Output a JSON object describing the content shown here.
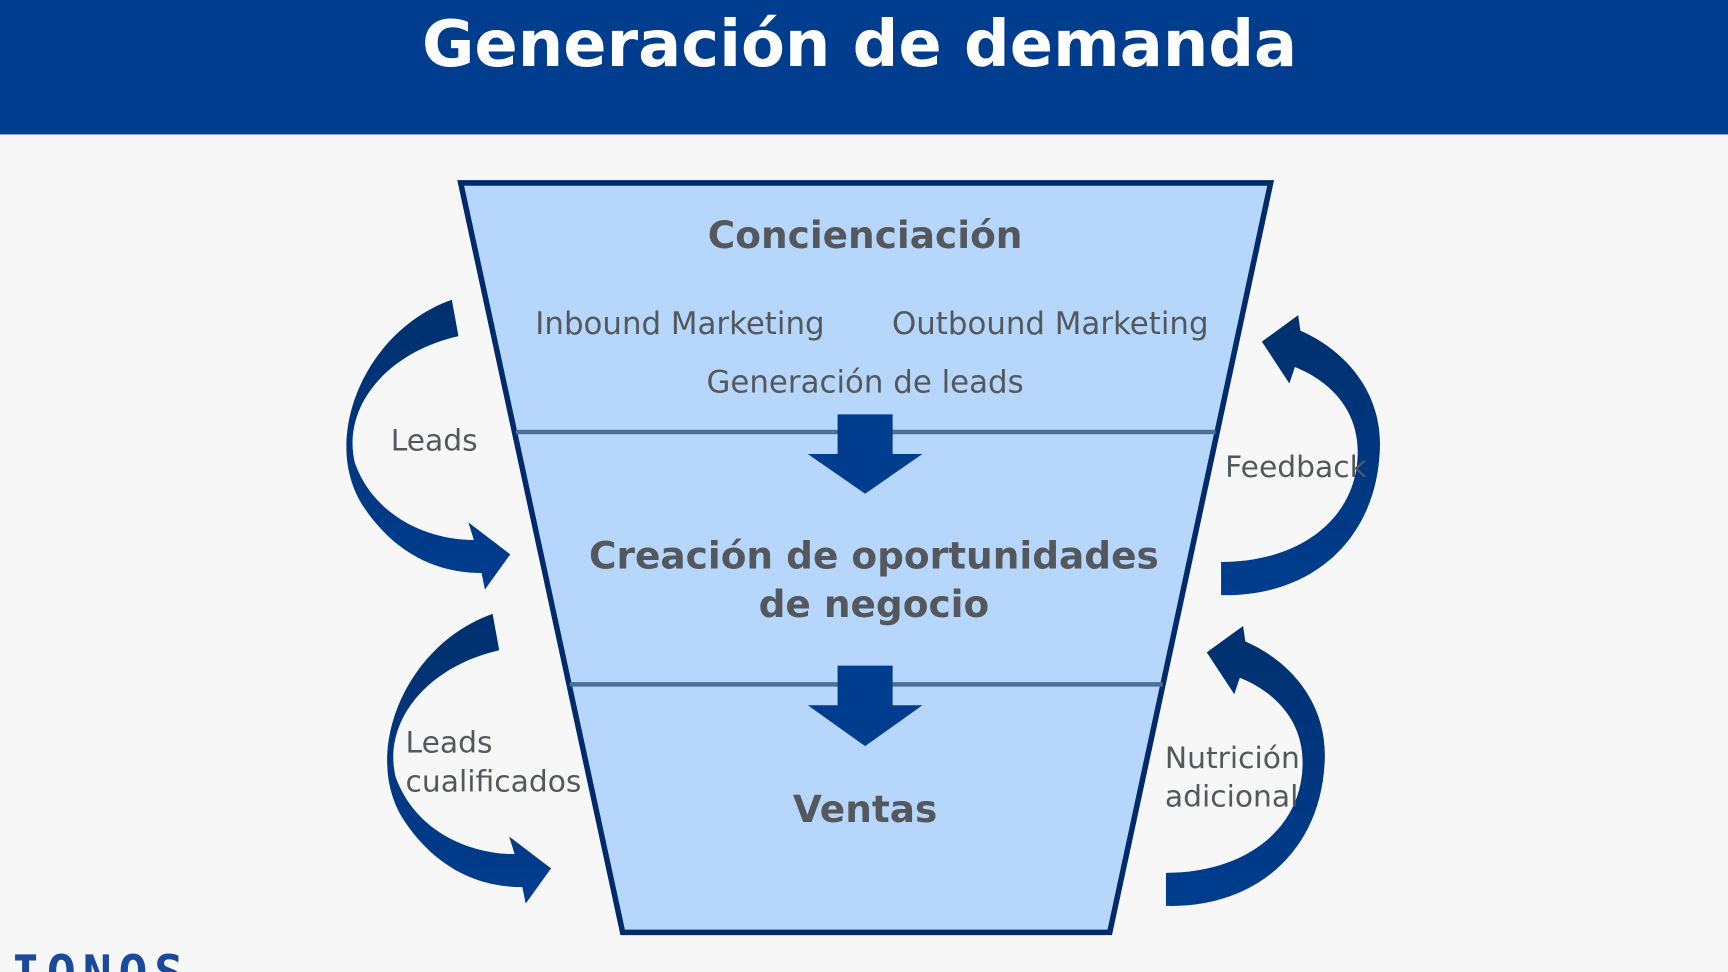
{
  "header": {
    "title": "Generación de demanda"
  },
  "funnel": {
    "stage1": {
      "title": "Concienciación",
      "items": [
        "Inbound Marketing",
        "Outbound Marketing",
        "Generación de leads"
      ]
    },
    "stage2": {
      "title_line1": "Creación de oportunidades",
      "title_line2": "de negocio"
    },
    "stage3": {
      "title": "Ventas"
    }
  },
  "side_arrows": {
    "leads": "Leads",
    "qualified_line1": "Leads",
    "qualified_line2": "cualificados",
    "feedback": "Feedback",
    "nurture_line1": "Nutrición",
    "nurture_line2": "adicional"
  },
  "logo": {
    "text": "IONOS"
  },
  "colors": {
    "header": "#003d8f",
    "funnel_fill": "#b7d6fb",
    "funnel_stroke": "#002a6a",
    "arrow": "#003d8f",
    "text": "#54585c"
  }
}
